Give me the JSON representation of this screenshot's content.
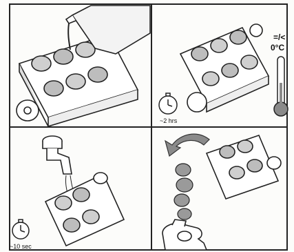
{
  "panels": [
    {
      "name": "pour-water",
      "caption": ""
    },
    {
      "name": "freeze",
      "caption": ""
    },
    {
      "name": "rinse-tray",
      "caption": ""
    },
    {
      "name": "release-cubes",
      "caption": ""
    }
  ],
  "freeze": {
    "temp_line1": "=/<",
    "temp_line2": "0°C",
    "time": "~2 hrs"
  },
  "rinse": {
    "time": "~10 sec"
  },
  "icons": {
    "pitcher": "pitcher-icon",
    "tray": "ice-tray-icon",
    "thermometer": "thermometer-icon",
    "stopwatch": "stopwatch-icon",
    "faucet": "faucet-icon",
    "hand": "hand-icon",
    "arrow": "curved-arrow-icon"
  },
  "colors": {
    "line": "#222222",
    "paper": "#fcfcfa",
    "shade": "#9a9a9a"
  }
}
